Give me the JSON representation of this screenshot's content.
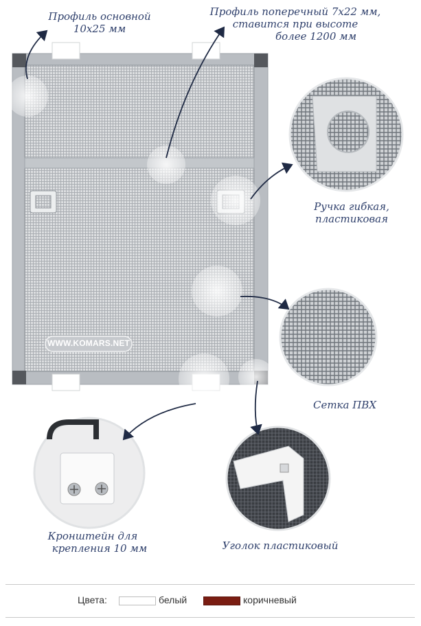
{
  "callouts": {
    "profile_main": [
      "Профиль основной",
      "10х25 мм"
    ],
    "profile_cross": [
      "Профиль поперечный 7х22 мм,",
      "ставится при высоте",
      "более 1200 мм"
    ],
    "handle": [
      "Ручка гибкая,",
      "пластиковая"
    ],
    "mesh": "Сетка ПВХ",
    "bracket": [
      "Кронштейн для",
      "крепления 10 мм"
    ],
    "corner": "Уголок пластиковый"
  },
  "watermark": "WWW.KOMARS.NET",
  "legend": {
    "label": "Цвета:",
    "items": [
      {
        "name": "белый",
        "color": "#ffffff"
      },
      {
        "name": "коричневый",
        "color": "#7a1d12"
      }
    ]
  },
  "colors": {
    "frame": "#b4b8bd",
    "mesh_bg": "#d9dbdd",
    "ink": "#2e3f6b",
    "corner_dark": "#4a4d52"
  }
}
